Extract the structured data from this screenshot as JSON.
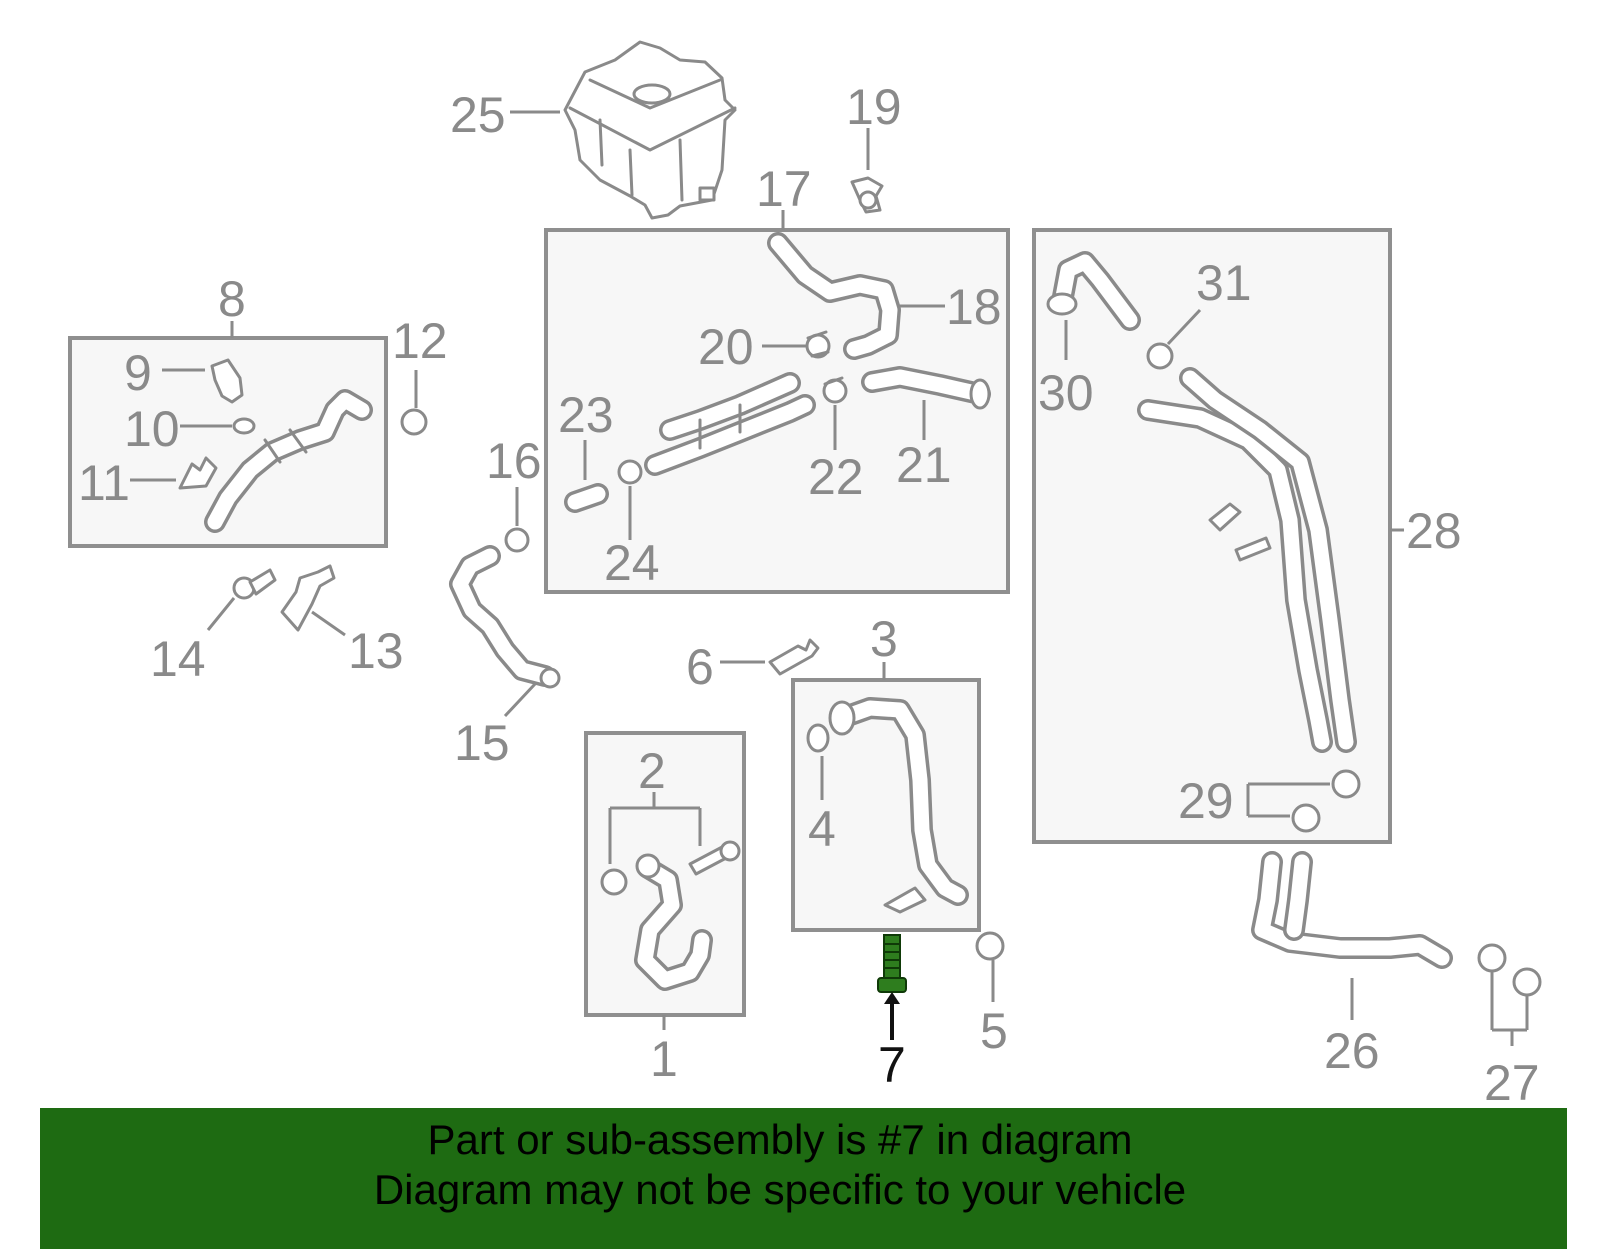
{
  "diagram": {
    "callouts": {
      "c1": "1",
      "c2": "2",
      "c3": "3",
      "c4": "4",
      "c5": "5",
      "c6": "6",
      "c7": "7",
      "c8": "8",
      "c9": "9",
      "c10": "10",
      "c11": "11",
      "c12": "12",
      "c13": "13",
      "c14": "14",
      "c15": "15",
      "c16": "16",
      "c17": "17",
      "c18": "18",
      "c19": "19",
      "c20": "20",
      "c21": "21",
      "c22": "22",
      "c23": "23",
      "c24": "24",
      "c25": "25",
      "c26": "26",
      "c27": "27",
      "c28": "28",
      "c29": "29",
      "c30": "30",
      "c31": "31"
    },
    "highlighted_part": "7",
    "colors": {
      "part_line": "#8a8a8a",
      "highlight_part": "#2e7d1e",
      "banner_bg": "#1e6b12",
      "highlight_text": "#111111"
    }
  },
  "banner": {
    "line1": "Part or sub-assembly is #7 in diagram",
    "line2": "Diagram may not be specific to your vehicle"
  }
}
